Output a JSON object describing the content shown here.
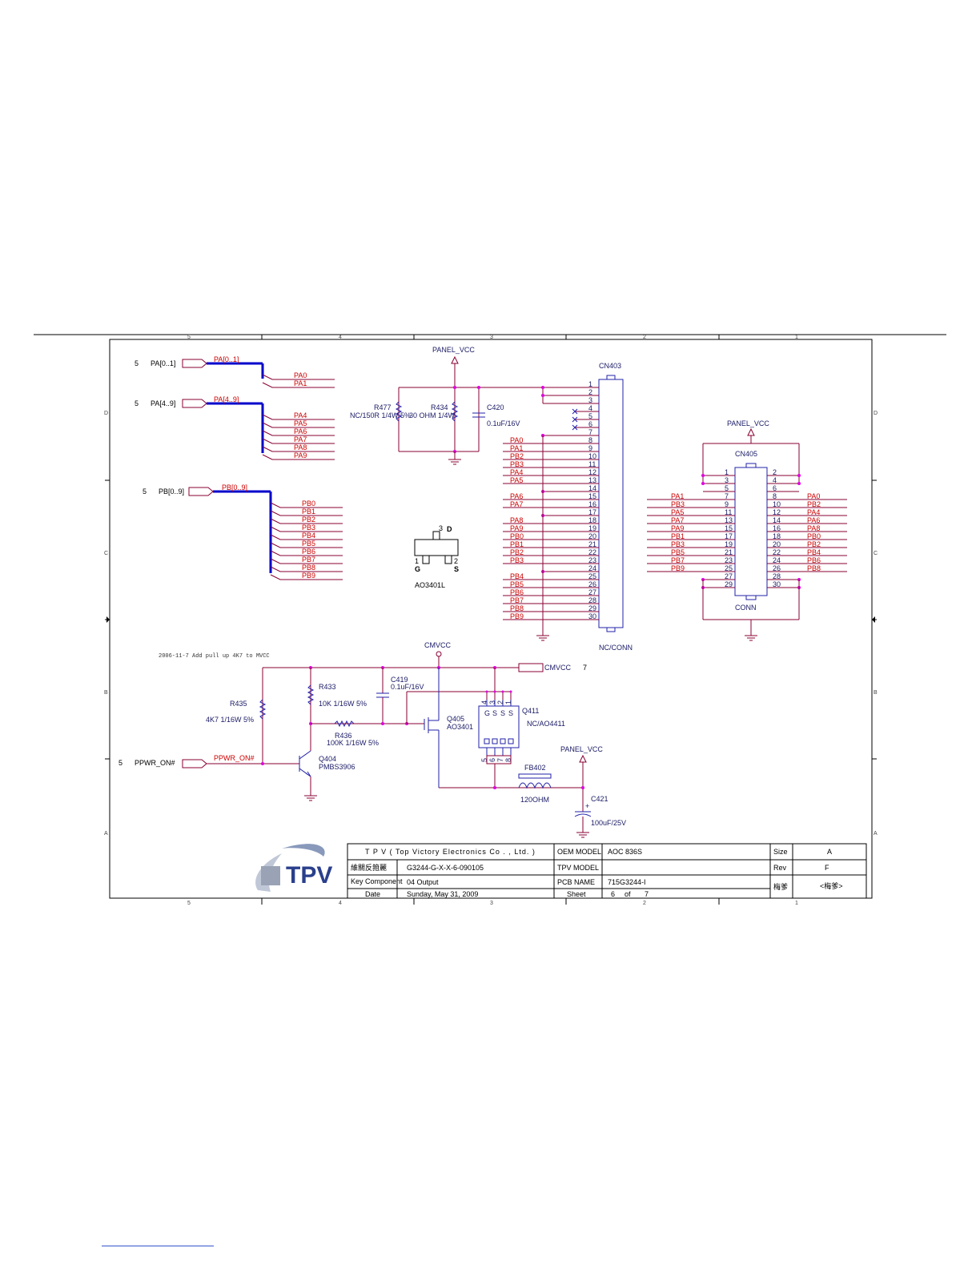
{
  "inputs": {
    "pa01": {
      "sheet": "5",
      "port": "PA[0..1]",
      "bus": "PA[0..1]",
      "nets": [
        "PA0",
        "PA1"
      ]
    },
    "pa49": {
      "sheet": "5",
      "port": "PA[4..9]",
      "bus": "PA[4..9]",
      "nets": [
        "PA4",
        "PA5",
        "PA6",
        "PA7",
        "PA8",
        "PA9"
      ]
    },
    "pb09": {
      "sheet": "5",
      "port": "PB[0..9]",
      "bus": "PB[0..9]",
      "nets": [
        "PB0",
        "PB1",
        "PB2",
        "PB3",
        "PB4",
        "PB5",
        "PB6",
        "PB7",
        "PB8",
        "PB9"
      ]
    },
    "ppwr": {
      "sheet": "5",
      "port": "PPWR_ON#",
      "net": "PPWR_ON#"
    }
  },
  "power": {
    "panel_vcc": "PANEL_VCC",
    "cmvcc": "CMVCC",
    "cmvcc_port": "CMVCC",
    "cmvcc_sheet": "7"
  },
  "parts": {
    "r477": {
      "ref": "R477",
      "value": "NC/150R 1/4W 5%"
    },
    "r434": {
      "ref": "R434",
      "value": "30 OHM 1/4W"
    },
    "c420": {
      "ref": "C420",
      "value": "0.1uF/16V"
    },
    "cn403": {
      "ref": "CN403",
      "value": "NC/CONN"
    },
    "cn405": {
      "ref": "CN405",
      "value": "CONN"
    },
    "ao3401l": {
      "name": "AO3401L",
      "pin1": "1",
      "pin2": "2",
      "pin3": "3",
      "g": "G",
      "s": "S",
      "d": "D"
    },
    "r435": {
      "ref": "R435",
      "value": "4K7 1/16W 5%"
    },
    "r433": {
      "ref": "R433",
      "value": "10K 1/16W 5%"
    },
    "r436": {
      "ref": "R436",
      "value": "100K 1/16W 5%"
    },
    "c419": {
      "ref": "C419",
      "value": "0.1uF/16V"
    },
    "q405": {
      "ref": "Q405",
      "value": "AO3401"
    },
    "q411": {
      "ref": "Q411",
      "value": "NC/AO4411",
      "pins_top": [
        "4",
        "3",
        "2",
        "1"
      ],
      "pins_bot": [
        "5",
        "6",
        "7",
        "8"
      ],
      "letters": [
        "G",
        "S",
        "S",
        "S"
      ]
    },
    "q404": {
      "ref": "Q404",
      "value": "PMBS3906"
    },
    "fb402": {
      "ref": "FB402",
      "value": "120OHM"
    },
    "c421": {
      "ref": "C421",
      "value": "100uF/25V"
    }
  },
  "note": "2006-11-7 Add pull up 4K7 to MVCC",
  "cn403_pins": [
    {
      "pin": "1",
      "net": ""
    },
    {
      "pin": "2",
      "net": ""
    },
    {
      "pin": "3",
      "net": ""
    },
    {
      "pin": "4",
      "net": ""
    },
    {
      "pin": "5",
      "net": ""
    },
    {
      "pin": "6",
      "net": ""
    },
    {
      "pin": "7",
      "net": ""
    },
    {
      "pin": "8",
      "net": "PA0"
    },
    {
      "pin": "9",
      "net": "PA1"
    },
    {
      "pin": "10",
      "net": "PB2"
    },
    {
      "pin": "11",
      "net": "PB3"
    },
    {
      "pin": "12",
      "net": "PA4"
    },
    {
      "pin": "13",
      "net": "PA5"
    },
    {
      "pin": "14",
      "net": ""
    },
    {
      "pin": "15",
      "net": "PA6"
    },
    {
      "pin": "16",
      "net": "PA7"
    },
    {
      "pin": "17",
      "net": ""
    },
    {
      "pin": "18",
      "net": "PA8"
    },
    {
      "pin": "19",
      "net": "PA9"
    },
    {
      "pin": "20",
      "net": "PB0"
    },
    {
      "pin": "21",
      "net": "PB1"
    },
    {
      "pin": "22",
      "net": "PB2"
    },
    {
      "pin": "23",
      "net": "PB3"
    },
    {
      "pin": "24",
      "net": ""
    },
    {
      "pin": "25",
      "net": "PB4"
    },
    {
      "pin": "26",
      "net": "PB5"
    },
    {
      "pin": "27",
      "net": "PB6"
    },
    {
      "pin": "28",
      "net": "PB7"
    },
    {
      "pin": "29",
      "net": "PB8"
    },
    {
      "pin": "30",
      "net": "PB9"
    }
  ],
  "cn405_rows": [
    {
      "lnet": "",
      "lpin": "1",
      "rpin": "2",
      "rnet": ""
    },
    {
      "lnet": "",
      "lpin": "3",
      "rpin": "4",
      "rnet": ""
    },
    {
      "lnet": "",
      "lpin": "5",
      "rpin": "6",
      "rnet": ""
    },
    {
      "lnet": "PA1",
      "lpin": "7",
      "rpin": "8",
      "rnet": "PA0"
    },
    {
      "lnet": "PB3",
      "lpin": "9",
      "rpin": "10",
      "rnet": "PB2"
    },
    {
      "lnet": "PA5",
      "lpin": "11",
      "rpin": "12",
      "rnet": "PA4"
    },
    {
      "lnet": "PA7",
      "lpin": "13",
      "rpin": "14",
      "rnet": "PA6"
    },
    {
      "lnet": "PA9",
      "lpin": "15",
      "rpin": "16",
      "rnet": "PA8"
    },
    {
      "lnet": "PB1",
      "lpin": "17",
      "rpin": "18",
      "rnet": "PB0"
    },
    {
      "lnet": "PB3",
      "lpin": "19",
      "rpin": "20",
      "rnet": "PB2"
    },
    {
      "lnet": "PB5",
      "lpin": "21",
      "rpin": "22",
      "rnet": "PB4"
    },
    {
      "lnet": "PB7",
      "lpin": "23",
      "rpin": "24",
      "rnet": "PB6"
    },
    {
      "lnet": "PB9",
      "lpin": "25",
      "rpin": "26",
      "rnet": "PB8"
    },
    {
      "lnet": "",
      "lpin": "27",
      "rpin": "28",
      "rnet": ""
    },
    {
      "lnet": "",
      "lpin": "29",
      "rpin": "30",
      "rnet": ""
    }
  ],
  "frame": {
    "cols_top": [
      "5",
      "4",
      "3",
      "2",
      "1"
    ],
    "cols_bottom": [
      "5",
      "4",
      "3",
      "2",
      "1"
    ],
    "rows_left": [
      "D",
      "C",
      "B",
      "A"
    ],
    "rows_right": [
      "D",
      "C",
      "B",
      "A"
    ]
  },
  "title_block": {
    "logo": "TPV",
    "company": "T P V  ( Top   Victory   Electronics   Co . ,  Ltd. )",
    "project_label": "維關反箝麗",
    "project": "G3244-G-X-X-6-090105",
    "key_component_label": "Key Component",
    "key_component": "04 Output",
    "date_label": "Date",
    "date": "Sunday, May 31, 2009",
    "oem_model_label": "OEM MODEL",
    "oem_model": "AOC 836S",
    "tpv_model_label": "TPV MODEL",
    "tpv_model": "",
    "pcb_name_label": "PCB NAME",
    "pcb_name": "715G3244-I",
    "sheet_label": "Sheet",
    "sheet": "6",
    "of_label": "of",
    "sheet_total": "7",
    "size_label": "Size",
    "size": "A",
    "rev_label": "Rev",
    "rev": "F",
    "extra_label": "梅爹",
    "extra": "<梅爹>"
  },
  "colors": {
    "wire": "#880033",
    "net_label": "#cc0000",
    "bus": "#0000cc",
    "junction": "#e000e0",
    "text": "#1a1a66"
  }
}
